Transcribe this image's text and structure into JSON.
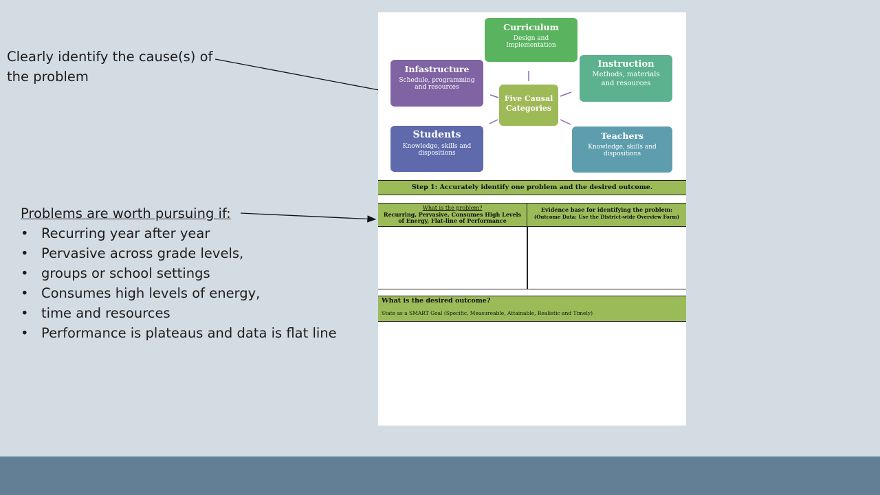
{
  "left_panel": {
    "cause_text": "Clearly identify the cause(s) of the problem",
    "problems_title": "Problems are worth pursuing if:",
    "bullets": [
      "Recurring year after year",
      "Pervasive across grade levels,",
      "groups or school settings",
      "Consumes high levels of energy,",
      "time and resources",
      "Performance is plateaus and data  is flat line"
    ]
  },
  "diagram": {
    "center": "Five Causal Categories",
    "curriculum": {
      "title": "Curriculum",
      "sub": "Design and Implementation"
    },
    "instruction": {
      "title": "Instruction",
      "sub": "Methods, materials and resources"
    },
    "infrastructure": {
      "title": "Infastructure",
      "sub": "Schedule, programming and resources"
    },
    "students": {
      "title": "Students",
      "sub": "Knowledge, skills and dispositions"
    },
    "teachers": {
      "title": "Teachers",
      "sub": "Knowledge, skills and dispositions"
    }
  },
  "form": {
    "step1": "Step 1:  Accurately identify one problem and the desired outcome.",
    "problem_header_title": "What is the problem?",
    "problem_header_sub": "Recurring, Pervasive, Consumes High Levels of Energy, Flat-line of Performance",
    "evidence_header_title": "Evidence base for identifying the problem:",
    "evidence_header_sub": "(Outcome Data:  Use the District-wide Overview Form)",
    "outcome_title": "What is the desired outcome?",
    "outcome_sub": "State as a SMART Goal (Specific, Measureable, Attainable, Realistic and Timely)"
  },
  "colors": {
    "background": "#d4dce3",
    "bottom_bar": "#627f95",
    "form_green": "#9bbb59",
    "curriculum": "#5ab45f",
    "instruction": "#5cb28e",
    "infrastructure": "#7f63a3",
    "students": "#5e6aac",
    "teachers": "#5e9dad"
  }
}
